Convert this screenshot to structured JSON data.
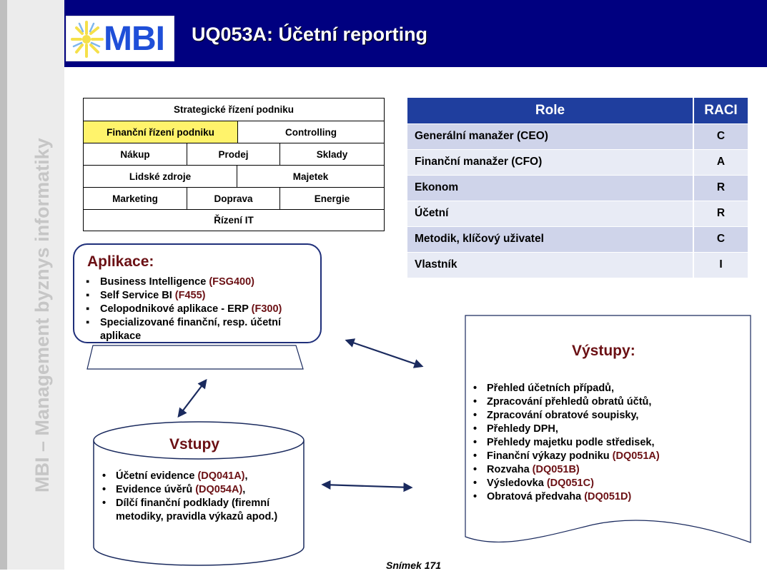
{
  "sidebar": {
    "vertical_text": "MBI – Management byznys informatiky"
  },
  "header": {
    "logo_text": "MBI",
    "title": "UQ053A: Účetní reporting"
  },
  "org_chart": {
    "rows": [
      [
        "Strategické řízení podniku"
      ],
      [
        "Finanční řízení podniku",
        "Controlling"
      ],
      [
        "Nákup",
        "Prodej",
        "Sklady"
      ],
      [
        "Lidské zdroje",
        "Majetek"
      ],
      [
        "Marketing",
        "Doprava",
        "Energie"
      ],
      [
        "Řízení IT"
      ]
    ],
    "highlight_color": "#fff36b"
  },
  "raci": {
    "header_role": "Role",
    "header_raci": "RACI",
    "rows": [
      {
        "role": "Generální manažer (CEO)",
        "raci": "C"
      },
      {
        "role": "Finanční manažer (CFO)",
        "raci": "A"
      },
      {
        "role": "Ekonom",
        "raci": "R"
      },
      {
        "role": "Účetní",
        "raci": "R"
      },
      {
        "role": "Metodik, klíčový uživatel",
        "raci": "C"
      },
      {
        "role": "Vlastník",
        "raci": "I"
      }
    ]
  },
  "aplikace": {
    "title": "Aplikace:",
    "items": [
      {
        "text": "Business Intelligence ",
        "code": "(FSG400)"
      },
      {
        "text": "Self Service BI ",
        "code": "(F455)"
      },
      {
        "text": "Celopodnikové aplikace - ERP ",
        "code": "(F300)"
      },
      {
        "text": "Specializované finanční, resp. účetní aplikace",
        "code": ""
      }
    ]
  },
  "vstupy": {
    "title": "Vstupy",
    "items": [
      {
        "text": "Účetní evidence ",
        "code": "(DQ041A)",
        "after": ","
      },
      {
        "text": "Evidence úvěrů ",
        "code": "(DQ054A)",
        "after": ","
      },
      {
        "text": "Dílčí finanční podklady (firemní metodiky, pravidla výkazů apod.)",
        "code": "",
        "after": ""
      }
    ]
  },
  "vystupy": {
    "title": "Výstupy:",
    "items": [
      {
        "text": "Přehled účetních případů,",
        "code": ""
      },
      {
        "text": "Zpracování přehledů obratů účtů,",
        "code": ""
      },
      {
        "text": "Zpracování obratové soupisky,",
        "code": ""
      },
      {
        "text": "Přehledy DPH,",
        "code": ""
      },
      {
        "text": "Přehledy majetku podle středisek,",
        "code": ""
      },
      {
        "text": "Finanční výkazy podniku ",
        "code": "(DQ051A)"
      },
      {
        "text": "Rozvaha ",
        "code": "(DQ051B)"
      },
      {
        "text": "Výsledovka ",
        "code": "(DQ051C)"
      },
      {
        "text": "Obratová předvaha ",
        "code": "(DQ051D)"
      }
    ]
  },
  "footer": {
    "text": "Snímek 171"
  }
}
